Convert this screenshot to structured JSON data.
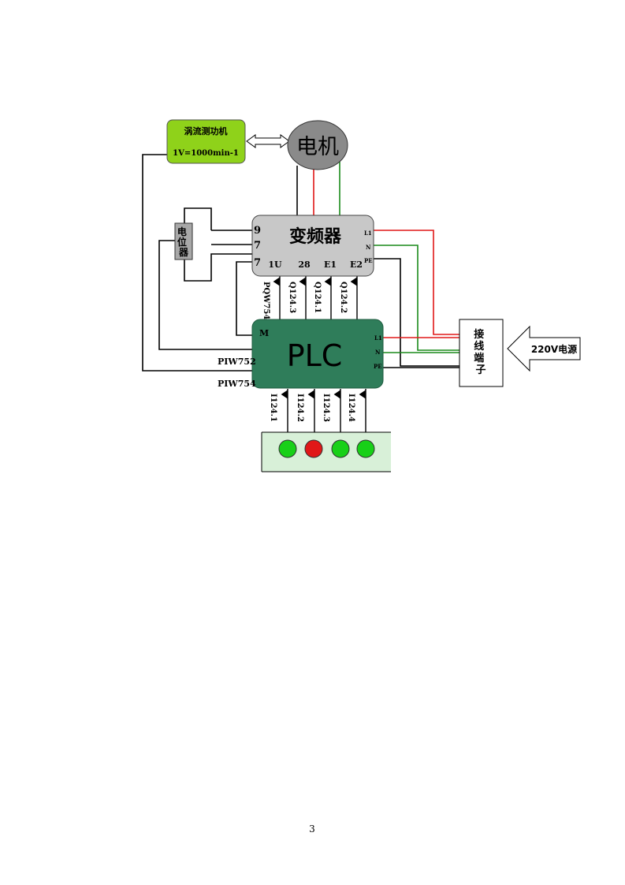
{
  "diagram": {
    "dynamometer": {
      "title": "涡流测功机",
      "spec": "1V=1000min-1",
      "fill": "#8fd21a"
    },
    "motor": {
      "label": "电机",
      "fill": "#8a8a8a"
    },
    "vfd": {
      "label": "变频器",
      "fill": "#c8c8c8",
      "left_terminals": [
        "9",
        "7",
        "7"
      ],
      "bottom_terminals": [
        "1U",
        "28",
        "E1",
        "E2"
      ],
      "right_terminals": [
        "L1",
        "N",
        "PE"
      ]
    },
    "potentiometer": {
      "label": "电\n位\n器"
    },
    "plc": {
      "label": "PLC",
      "fill": "#2f7d5a",
      "m_terminal": "M",
      "right_terminals": [
        "L1",
        "N",
        "PE"
      ],
      "analog_inputs": [
        "PIW752",
        "PIW754"
      ]
    },
    "plc_to_vfd_signals": [
      "PQW754",
      "Q124.3",
      "Q124.1",
      "Q124.2"
    ],
    "inputs": [
      "I124.1",
      "I124.2",
      "I124.3",
      "I124.4"
    ],
    "indicator_panel": {
      "fill": "#d8f0d8",
      "lamps": [
        {
          "color": "#18d018"
        },
        {
          "color": "#e01818"
        },
        {
          "color": "#18d018"
        },
        {
          "color": "#18d018"
        }
      ]
    },
    "terminal_block": {
      "label": "接\n线\n端\n子"
    },
    "power_source": {
      "label": "220V电源"
    },
    "wire_colors": {
      "L1": "#e01818",
      "N": "#1a8a1a",
      "PE": "#000000"
    }
  },
  "page_number": "3"
}
